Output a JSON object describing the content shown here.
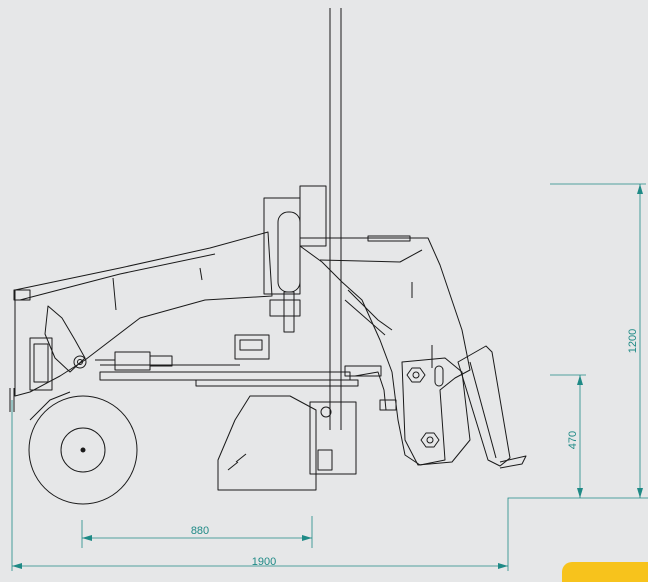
{
  "colors": {
    "background": "#e6e7e8",
    "line": "#1a1a1a",
    "dimension": "#1f8a86",
    "accent": "#f7c31c"
  },
  "dimensions": {
    "width_total": "1900",
    "width_partial": "880",
    "height_total": "1200",
    "height_partial": "470"
  }
}
